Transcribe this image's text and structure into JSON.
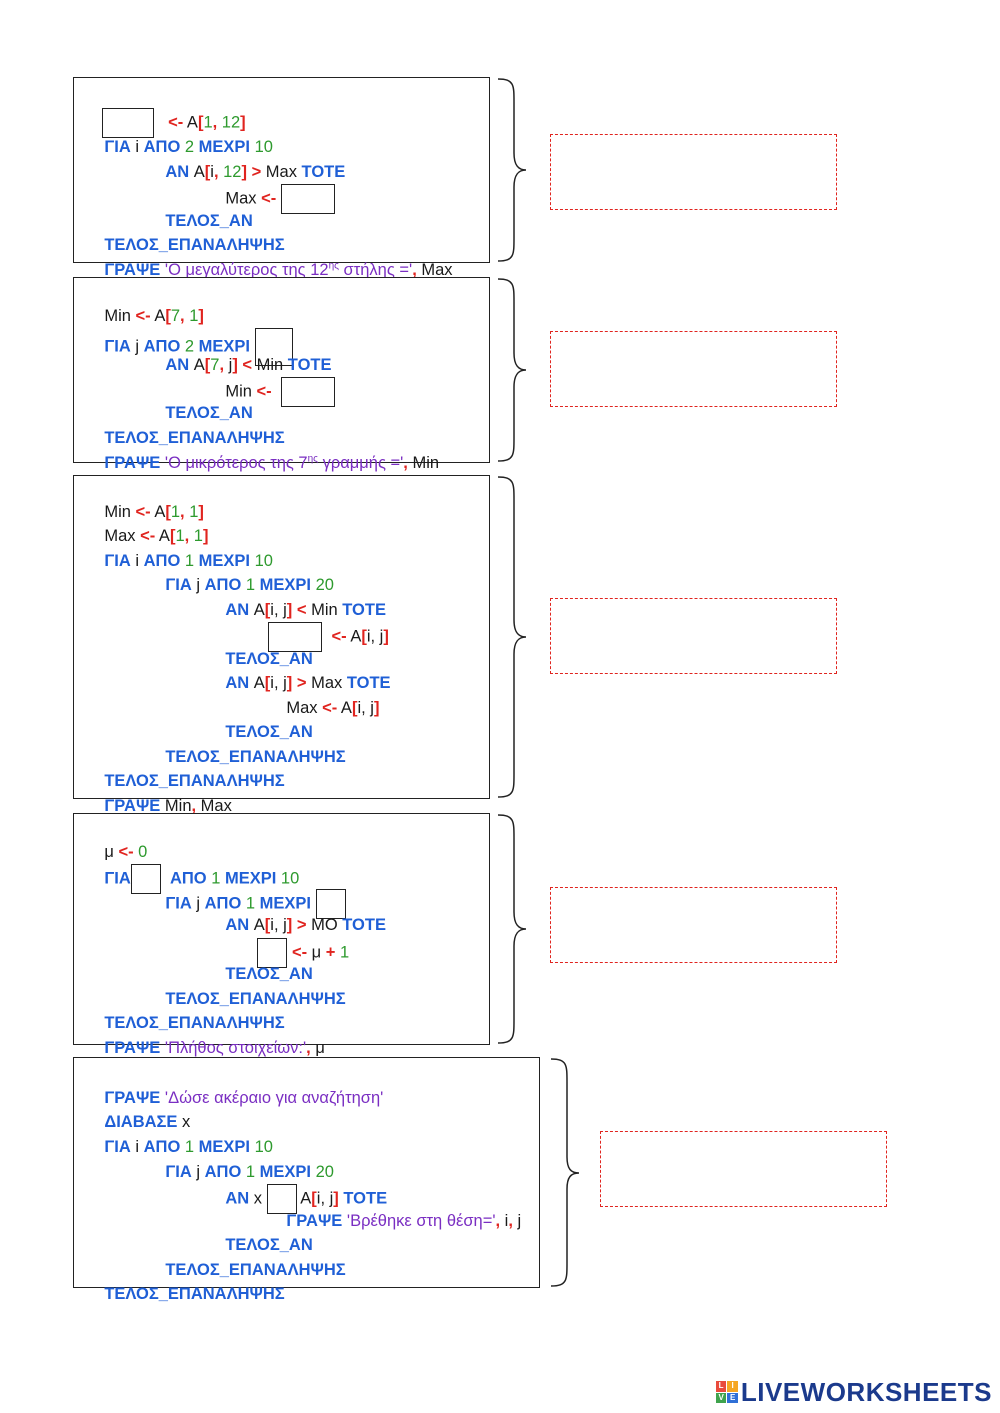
{
  "blocks": [
    {
      "lines": [
        [
          "<-",
          " A",
          "[",
          "1",
          ", ",
          "12",
          "]"
        ],
        [
          "ΓΙΑ",
          " i ",
          "ΑΠΟ",
          " 2 ",
          "ΜΕΧΡΙ",
          " 10"
        ],
        [
          "ΑΝ",
          " A",
          "[",
          "i",
          ", ",
          "12",
          "]",
          " > ",
          "Max",
          " ΤΟΤΕ"
        ],
        [
          "Max ",
          "<-"
        ],
        [
          "ΤΕΛΟΣ_ΑΝ"
        ],
        [
          "ΤΕΛΟΣ_ΕΠΑΝΑΛΗΨΗΣ"
        ],
        [
          "ΓΡΑΨΕ",
          " 'Ο μεγαλύτερος της 12",
          "ης",
          " στήλης ='",
          ",",
          " Max"
        ]
      ]
    },
    {
      "lines": [
        [
          "Min ",
          "<-",
          " A",
          "[",
          "7",
          ", ",
          "1",
          "]"
        ],
        [
          "ΓΙΑ",
          " j ",
          "ΑΠΟ",
          " 2 ",
          "ΜΕΧΡΙ"
        ],
        [
          "ΑΝ",
          " A",
          "[",
          "7",
          ", ",
          "j",
          "]",
          " < ",
          "Min",
          " ΤΟΤΕ"
        ],
        [
          "Min ",
          "<-"
        ],
        [
          "ΤΕΛΟΣ_ΑΝ"
        ],
        [
          "ΤΕΛΟΣ_ΕΠΑΝΑΛΗΨΗΣ"
        ],
        [
          "ΓΡΑΨΕ",
          " 'Ο μικρότερος της 7",
          "ης",
          " γραμμής ='",
          ",",
          " Min"
        ]
      ]
    },
    {
      "lines": [
        [
          "Min ",
          "<-",
          " A",
          "[",
          "1",
          ", ",
          "1",
          "]"
        ],
        [
          "Max ",
          "<-",
          " A",
          "[",
          "1",
          ", ",
          "1",
          "]"
        ],
        [
          "ΓΙΑ",
          " i ",
          "ΑΠΟ",
          " 1 ",
          "ΜΕΧΡΙ",
          " 10"
        ],
        [
          "ΓΙΑ",
          " j ",
          "ΑΠΟ",
          " 1 ",
          "ΜΕΧΡΙ",
          " 20"
        ],
        [
          "ΑΝ",
          " A",
          "[",
          "i, j",
          "]",
          " < ",
          "Min",
          " ΤΟΤΕ"
        ],
        [
          "<-",
          " A",
          "[",
          "i, j",
          "]"
        ],
        [
          "ΤΕΛΟΣ_ΑΝ"
        ],
        [
          "ΑΝ",
          " A",
          "[",
          "i, j",
          "]",
          " > ",
          "Max",
          " ΤΟΤΕ"
        ],
        [
          "Max ",
          "<-",
          " A",
          "[",
          "i, j",
          "]"
        ],
        [
          "ΤΕΛΟΣ_ΑΝ"
        ],
        [
          "ΤΕΛΟΣ_ΕΠΑΝΑΛΗΨΗΣ"
        ],
        [
          "ΤΕΛΟΣ_ΕΠΑΝΑΛΗΨΗΣ"
        ],
        [
          "ΓΡΑΨΕ",
          " Min",
          ",",
          " Max"
        ]
      ]
    },
    {
      "lines": [
        [
          "μ ",
          "<-",
          " 0"
        ],
        [
          "ΓΙΑ",
          "ΑΠΟ",
          " 1 ",
          "ΜΕΧΡΙ",
          " 10"
        ],
        [
          "ΓΙΑ",
          " j ",
          "ΑΠΟ",
          " 1 ",
          "ΜΕΧΡΙ"
        ],
        [
          "ΑΝ",
          " A",
          "[",
          "i, j",
          "]",
          " > ",
          "ΜΟ",
          " ΤΟΤΕ"
        ],
        [
          "<-",
          " μ ",
          "+",
          " 1"
        ],
        [
          "ΤΕΛΟΣ_ΑΝ"
        ],
        [
          "ΤΕΛΟΣ_ΕΠΑΝΑΛΗΨΗΣ"
        ],
        [
          "ΤΕΛΟΣ_ΕΠΑΝΑΛΗΨΗΣ"
        ],
        [
          "ΓΡΑΨΕ",
          " 'Πλήθος στοιχείων:'",
          ",",
          " μ"
        ]
      ]
    },
    {
      "lines": [
        [
          "ΓΡΑΨΕ",
          " 'Δώσε ακέραιο για αναζήτηση'"
        ],
        [
          "ΔΙΑΒΑΣΕ",
          " x"
        ],
        [
          "ΓΙΑ",
          " i ",
          "ΑΠΟ",
          " 1 ",
          "ΜΕΧΡΙ",
          " 10"
        ],
        [
          "ΓΙΑ",
          " j ",
          "ΑΠΟ",
          " 1 ",
          "ΜΕΧΡΙ",
          " 20"
        ],
        [
          "ΑΝ",
          " x ",
          " A",
          "[",
          "i, j",
          "]",
          " ΤΟΤΕ"
        ],
        [
          "ΓΡΑΨΕ",
          " 'Βρέθηκε στη θέση='",
          ",",
          " i",
          ",",
          " j"
        ],
        [
          "ΤΕΛΟΣ_ΑΝ"
        ],
        [
          "ΤΕΛΟΣ_ΕΠΑΝΑΛΗΨΗΣ"
        ],
        [
          "ΤΕΛΟΣ_ΕΠΑΝΑΛΗΨΗΣ"
        ]
      ]
    }
  ],
  "logo": {
    "mark": [
      "L",
      "I",
      "V",
      "E"
    ],
    "text": "LIVEWORKSHEETS"
  },
  "colors": {
    "keyword": "#1f5fd6",
    "operator": "#e0241f",
    "number": "#2e9a2e",
    "string": "#7a2ec2",
    "answer_border": "#e0241f"
  }
}
